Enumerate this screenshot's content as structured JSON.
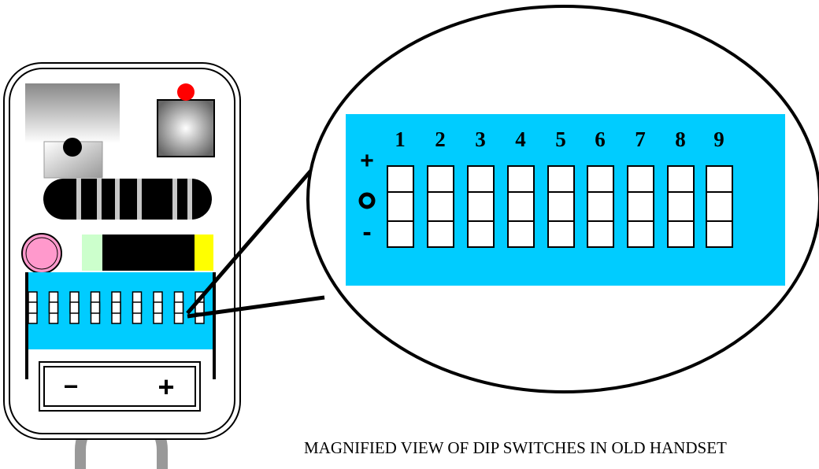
{
  "remote": {
    "battery": {
      "minus_label": "−",
      "plus_label": "+"
    },
    "dip_switch_count": 9
  },
  "magnified": {
    "switch_numbers": [
      "1",
      "2",
      "3",
      "4",
      "5",
      "6",
      "7",
      "8",
      "9"
    ],
    "positions": [
      "+",
      "o",
      "-"
    ],
    "panel_color": "#00ccff"
  },
  "caption": "MAGNIFIED VIEW OF DIP SWITCHES IN OLD HANDSET"
}
